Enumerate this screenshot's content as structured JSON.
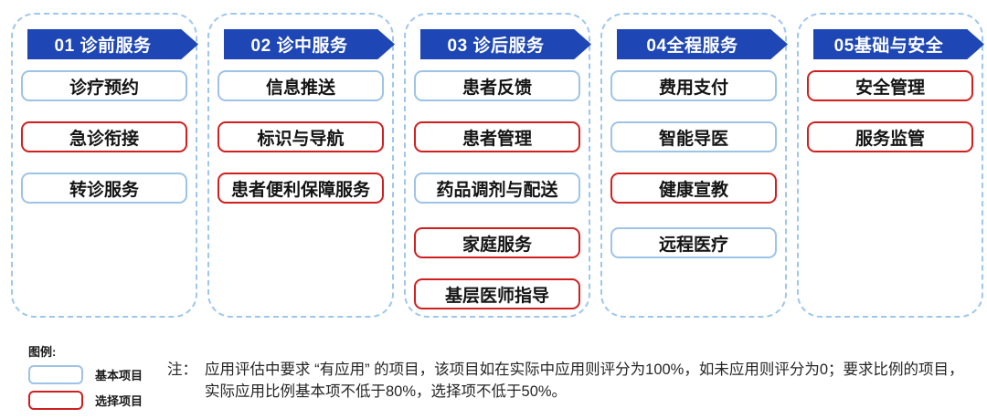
{
  "colors": {
    "header_blue": "#1e47b5",
    "optional_red": "#d01f1f",
    "basic_blue": "#9dc3e6",
    "container_dash_blue": "#9ec7ef"
  },
  "columns": [
    {
      "header": "01 诊前服务",
      "items": [
        {
          "label": "诊疗预约",
          "type": "basic"
        },
        {
          "label": "急诊衔接",
          "type": "optional"
        },
        {
          "label": "转诊服务",
          "type": "basic"
        }
      ]
    },
    {
      "header": "02 诊中服务",
      "items": [
        {
          "label": "信息推送",
          "type": "basic"
        },
        {
          "label": "标识与导航",
          "type": "optional"
        },
        {
          "label": "患者便利保障服务",
          "type": "optional"
        }
      ]
    },
    {
      "header": "03 诊后服务",
      "items": [
        {
          "label": "患者反馈",
          "type": "basic"
        },
        {
          "label": "患者管理",
          "type": "optional"
        },
        {
          "label": "药品调剂与配送",
          "type": "basic"
        },
        {
          "label": "家庭服务",
          "type": "optional"
        },
        {
          "label": "基层医师指导",
          "type": "optional"
        }
      ]
    },
    {
      "header": "04全程服务",
      "items": [
        {
          "label": "费用支付",
          "type": "basic"
        },
        {
          "label": "智能导医",
          "type": "basic"
        },
        {
          "label": "健康宣教",
          "type": "optional"
        },
        {
          "label": "远程医疗",
          "type": "basic"
        }
      ]
    },
    {
      "header": "05基础与安全",
      "items": [
        {
          "label": "安全管理",
          "type": "optional"
        },
        {
          "label": "服务监管",
          "type": "optional"
        }
      ]
    }
  ],
  "legend": {
    "title": "图例:",
    "entries": [
      {
        "swatch": "basic",
        "label": "基本项目"
      },
      {
        "swatch": "optional",
        "label": "选择项目"
      }
    ]
  },
  "note": {
    "prefix": "注：",
    "lines": [
      "应用评估中要求 “有应用” 的项目，该项目如在实际中应用则评分为100%，如未应用则评分为0；要求比例的项目，",
      "实际应用比例基本项不低于80%，选择项不低于50%。"
    ]
  }
}
